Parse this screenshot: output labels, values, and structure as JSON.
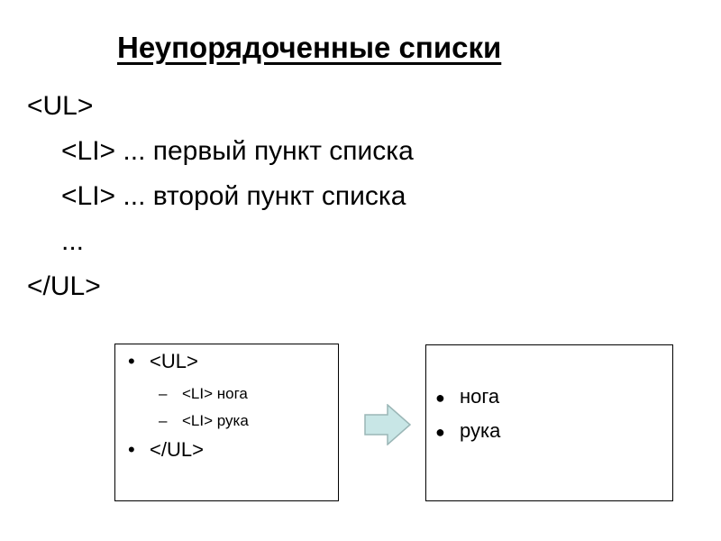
{
  "slide": {
    "title": "Неупорядоченные списки",
    "code_lines": [
      "<UL>",
      "<LI> ... первый пункт списка",
      "<LI> ... второй пункт списка",
      "...",
      "</UL>"
    ]
  },
  "example": {
    "source_box": {
      "bullet_marker": "•",
      "dash_marker": "–",
      "items": [
        "<UL>",
        "<LI> нога",
        "<LI> рука",
        "</UL>"
      ]
    },
    "arrow_icon": "right-arrow-icon",
    "arrow_fill": "#c8e6e6",
    "arrow_stroke": "#9ab6b6",
    "result_box": {
      "bullet_marker": "●",
      "items": [
        "нога",
        "рука"
      ]
    }
  }
}
